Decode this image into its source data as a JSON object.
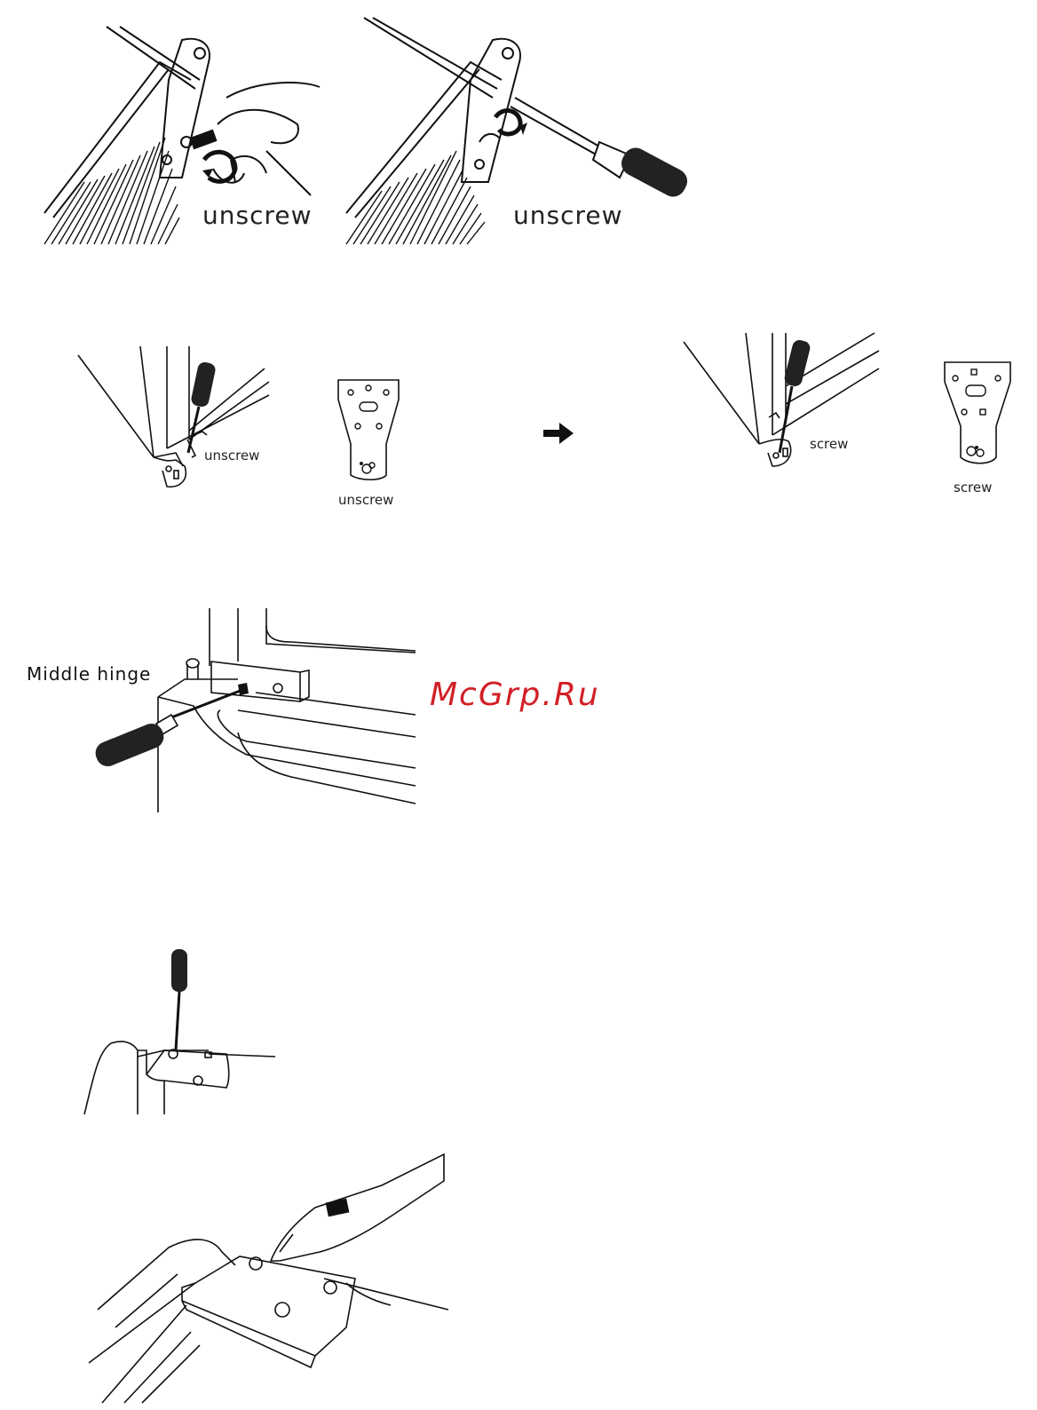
{
  "step1": {
    "left_label": "unscrew",
    "right_label": "unscrew"
  },
  "step2": {
    "left_hinge_label": "unscrew",
    "left_plate_label": "unscrew",
    "right_hinge_label": "screw",
    "right_plate_label": "screw"
  },
  "step3": {
    "label": "Middle hinge"
  },
  "watermark": "McGrp.Ru"
}
